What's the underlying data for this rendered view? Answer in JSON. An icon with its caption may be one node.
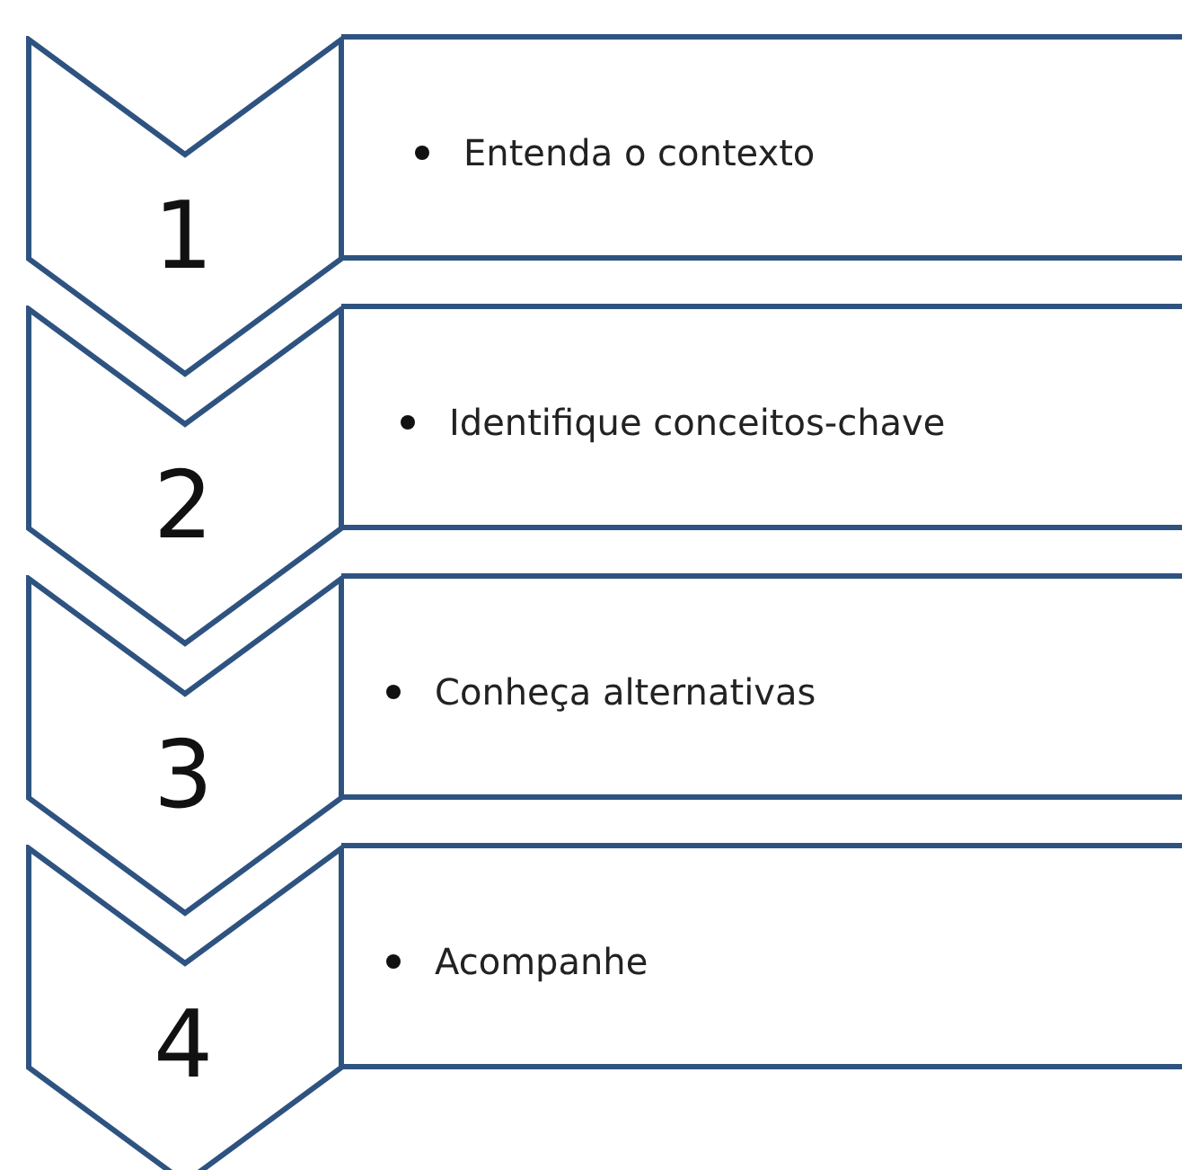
{
  "diagram": {
    "nodes": [
      {
        "text": [
          "1"
        ]
      },
      {
        "text": [
          "Entenda o contexto"
        ]
      },
      {
        "text": [
          "2"
        ]
      },
      {
        "text": [
          "Identifique conceitos-chave"
        ]
      },
      {
        "text": [
          "3"
        ]
      },
      {
        "text": [
          "Conheça alternativas"
        ]
      },
      {
        "text": [
          "4"
        ]
      },
      {
        "text": [
          "Acompanhe"
        ]
      }
    ]
  }
}
